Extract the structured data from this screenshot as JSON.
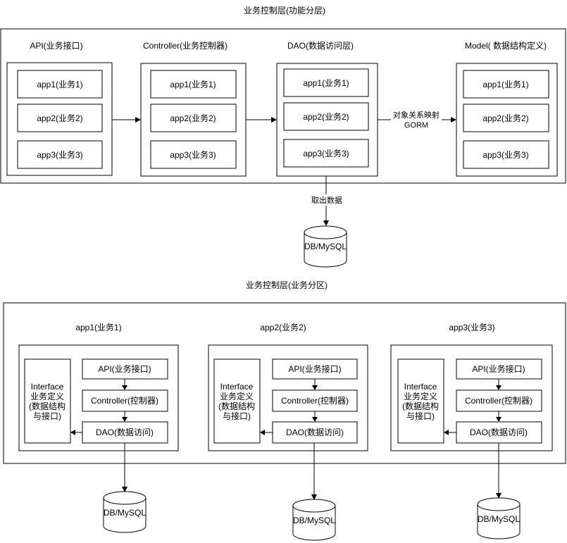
{
  "top_section": {
    "title": "业务控制层(功能分层)",
    "layers": [
      {
        "label": "API(业务接口)",
        "apps": [
          "app1(业务1)",
          "app2(业务2)",
          "app3(业务3)"
        ]
      },
      {
        "label": "Controller(业务控制器)",
        "apps": [
          "app1(业务1)",
          "app2(业务2)",
          "app3(业务3)"
        ]
      },
      {
        "label": "DAO(数据访问层)",
        "apps": [
          "app1(业务1)",
          "app2(业务2)",
          "app3(业务3)"
        ]
      },
      {
        "label": "Model( 数据结构定义)",
        "apps": [
          "app1(业务1)",
          "app2(业务2)",
          "app3(业务3)"
        ]
      }
    ],
    "orm_label_line1": "对象关系映射",
    "orm_label_line2": "GORM",
    "fetch_label": "取出数据",
    "db_label": "DB/MySQL"
  },
  "bottom_section": {
    "title": "业务控制层(业务分区)",
    "apps": [
      {
        "title": "app1(业务1)",
        "interface_lines": [
          "Interface",
          "业务定义",
          "(数据结构",
          "与接口)"
        ],
        "api": "API(业务接口)",
        "controller": "Controller(控制器)",
        "dao": "DAO(数据访问)",
        "db": "DB/MySQL"
      },
      {
        "title": "app2(业务2)",
        "interface_lines": [
          "Interface",
          "业务定义",
          "(数据结构",
          "与接口)"
        ],
        "api": "API(业务接口)",
        "controller": "Controller(控制器)",
        "dao": "DAO(数据访问)",
        "db": "DB/MySQL"
      },
      {
        "title": "app3(业务3)",
        "interface_lines": [
          "Interface",
          "业务定义",
          "(数据结构",
          "与接口)"
        ],
        "api": "API(业务接口)",
        "controller": "Controller(控制器)",
        "dao": "DAO(数据访问)",
        "db": "DB/MySQL"
      }
    ]
  }
}
